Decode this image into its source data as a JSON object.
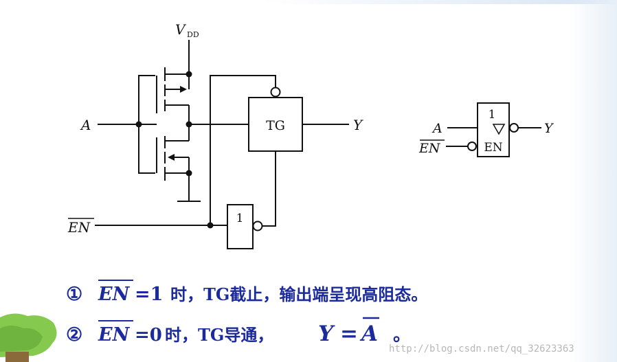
{
  "circuit": {
    "vdd_label": "V",
    "vdd_sub": "DD",
    "input_a": "A",
    "output_y": "Y",
    "enable_label": "EN",
    "tg_label": "TG",
    "inverter_label": "1"
  },
  "symbol": {
    "input_a": "A",
    "input_en": "EN",
    "output_y": "Y",
    "gate_label": "1",
    "en_label": "EN"
  },
  "notes": {
    "line1": {
      "num": "①",
      "en": "EN",
      "cond": "=1",
      "text": "时，TG截止，输出端呈现高阻态。"
    },
    "line2": {
      "num": "②",
      "en": "EN",
      "cond": "=0",
      "text": "时，TG导通，",
      "eq_lhs": "Y",
      "eq_op": "=",
      "eq_rhs": "A",
      "end": "。"
    }
  },
  "watermark": "http://blog.csdn.net/qq_32623363",
  "colors": {
    "note_text": "#1c2b9c",
    "line": "#111111",
    "tree": "#7cc24a"
  }
}
